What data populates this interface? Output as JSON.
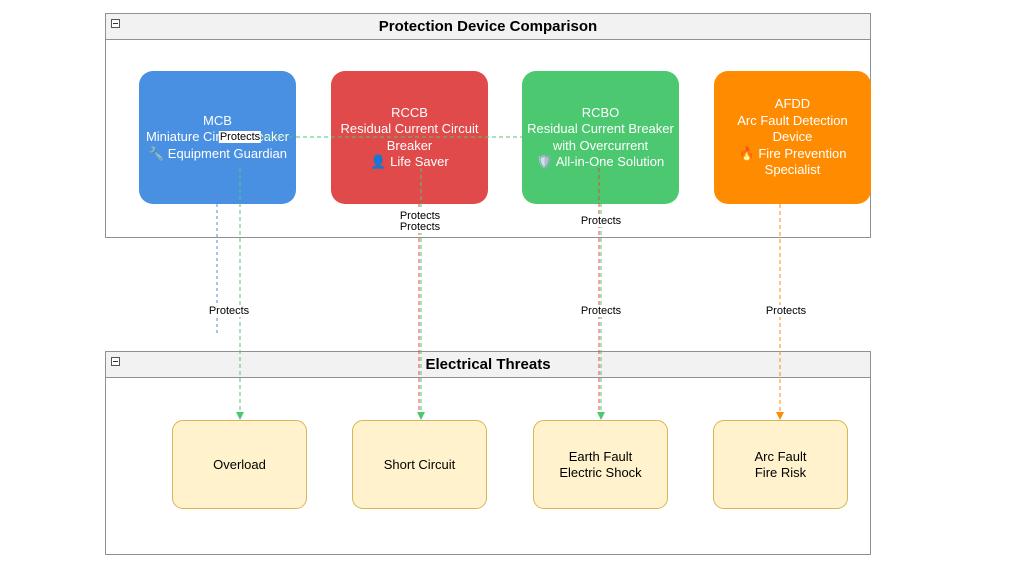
{
  "groups": {
    "devices_title": "Protection Device Comparison",
    "threats_title": "Electrical Threats"
  },
  "devices": [
    {
      "lines": [
        "MCB",
        "Miniature Circuit Breaker",
        "🔧 Equipment Guardian"
      ],
      "color": "#4a90e2"
    },
    {
      "lines": [
        "RCCB",
        "Residual Current Circuit",
        "Breaker",
        "👤 Life Saver"
      ],
      "color": "#e04a4a"
    },
    {
      "lines": [
        "RCBO",
        "Residual Current Breaker",
        "with Overcurrent",
        "🛡️ All-in-One Solution"
      ],
      "color": "#4cc870"
    },
    {
      "lines": [
        "AFDD",
        "Arc Fault Detection",
        "Device",
        "🔥 Fire Prevention",
        "Specialist"
      ],
      "color": "#ff8c00"
    }
  ],
  "threats": [
    {
      "lines": [
        "Overload"
      ]
    },
    {
      "lines": [
        "Short Circuit"
      ]
    },
    {
      "lines": [
        "Earth Fault",
        "Electric Shock"
      ]
    },
    {
      "lines": [
        "Arc Fault",
        "Fire Risk"
      ]
    }
  ],
  "edge_label": "Protects",
  "edge_colors": {
    "blue": "#4a90e2",
    "green": "#4cc870",
    "red": "#e04a4a",
    "orange": "#ff8c00"
  }
}
